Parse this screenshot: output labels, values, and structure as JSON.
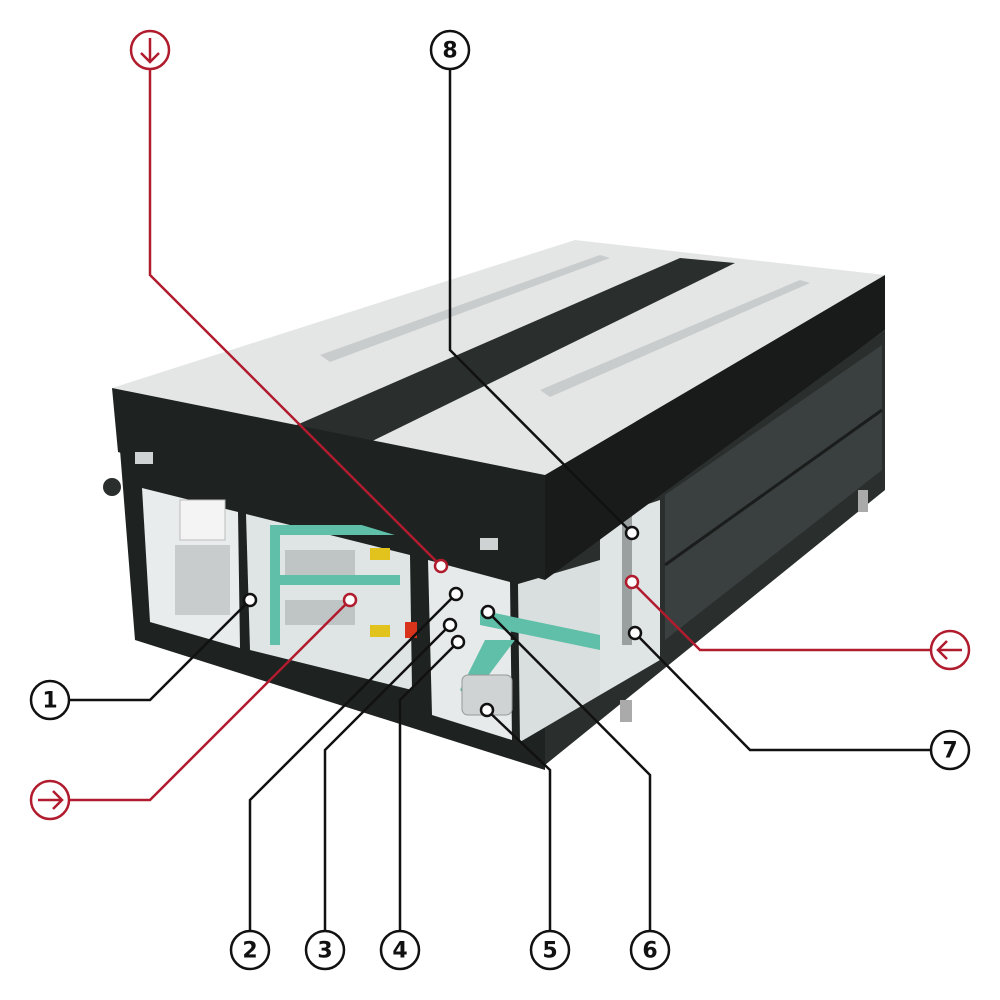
{
  "colors": {
    "callout_black": "#111111",
    "callout_red": "#b01c2e",
    "frame_dark": "#1e2322",
    "lid_light": "#e4e6e6",
    "duct_teal": "#5fbfa8"
  },
  "callouts": [
    {
      "label": "1"
    },
    {
      "label": "2"
    },
    {
      "label": "3"
    },
    {
      "label": "4"
    },
    {
      "label": "5"
    },
    {
      "label": "6"
    },
    {
      "label": "7"
    },
    {
      "label": "8"
    }
  ],
  "flow_markers": [
    {
      "icon": "arrow-down-icon"
    },
    {
      "icon": "arrow-right-icon"
    },
    {
      "icon": "arrow-left-icon"
    }
  ]
}
